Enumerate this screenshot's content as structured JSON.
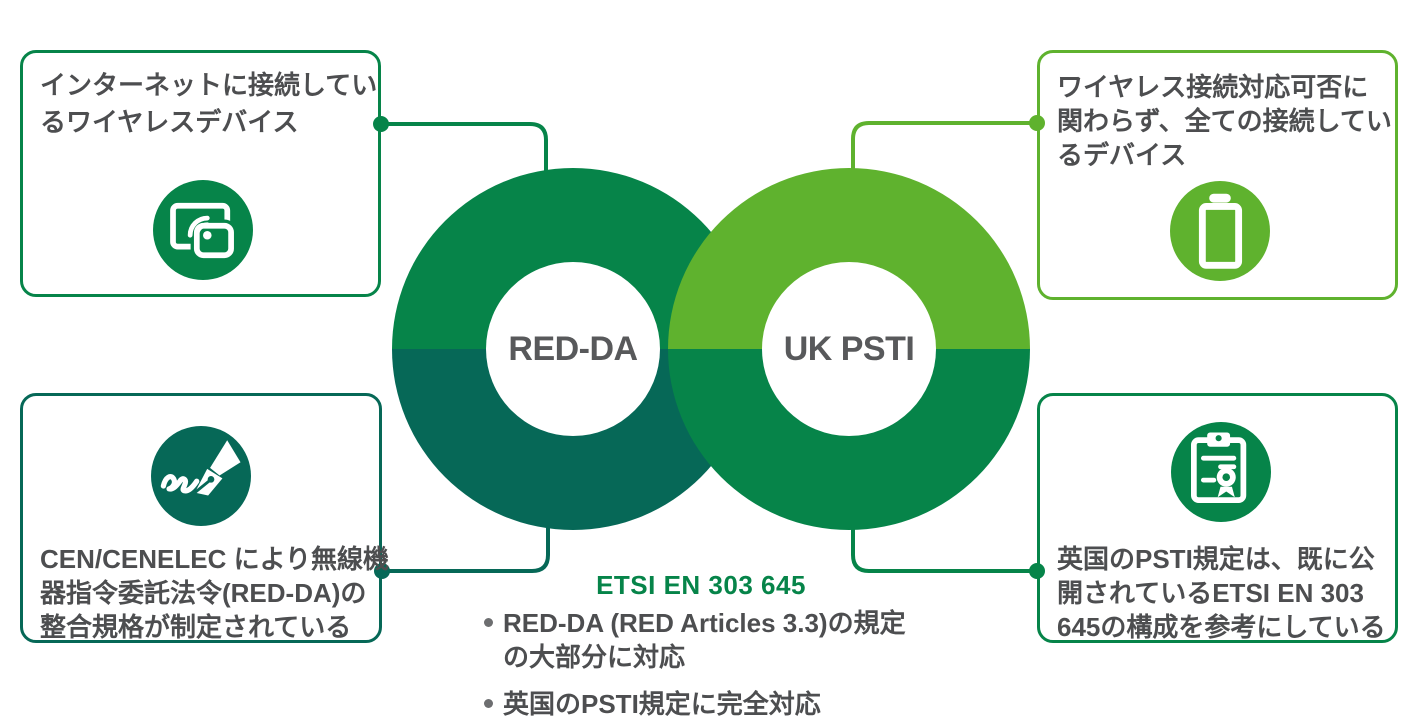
{
  "palette": {
    "mid_green": "#068449",
    "dark_teal": "#066857",
    "light_green": "#5FB22E",
    "text_gray": "#4D4E50",
    "label_gray": "#58595B"
  },
  "venn": {
    "left_label": "RED-DA",
    "right_label": "UK PSTI"
  },
  "boxes": {
    "top_left": {
      "icon": "wireless-display-icon",
      "lines": [
        "インターネットに接続してい",
        "るワイヤレスデバイス"
      ]
    },
    "bottom_left": {
      "icon": "pen-signature-icon",
      "lines": [
        "CEN/CENELEC により無線機",
        "器指令委託法令(RED-DA)の",
        "整合規格が制定されている"
      ]
    },
    "top_right": {
      "icon": "smartphone-icon",
      "lines": [
        "ワイヤレス接続対応可否に",
        "関わらず、全ての接続してい",
        "るデバイス"
      ]
    },
    "bottom_right": {
      "icon": "certificate-clipboard-icon",
      "lines": [
        "英国のPSTI規定は、既に公",
        "開されているETSI EN 303",
        "645の構成を参考にしている"
      ]
    }
  },
  "footer": {
    "heading": "ETSI EN 303 645",
    "bullets": [
      "RED-DA (RED Articles 3.3)の規定\nの大部分に対応",
      "英国のPSTI規定に完全対応"
    ]
  }
}
